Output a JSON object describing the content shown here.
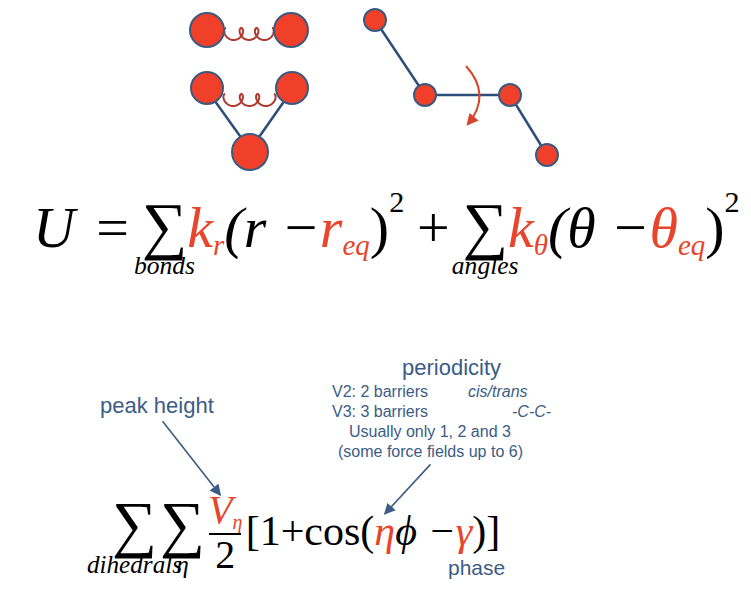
{
  "diagram": {
    "labels": [
      "U",
      "=",
      "∑",
      "bonds",
      "k",
      "r",
      "(r −",
      "r",
      "eq",
      ")",
      "2",
      "+",
      "∑",
      "angles",
      "k",
      "θ",
      "(θ −",
      "θ",
      "eq",
      ")",
      "2",
      "peak height",
      "periodicity",
      "V2: 2 barriers",
      "cis/trans",
      "V3: 3 barriers",
      "-C-C-",
      "Usually only 1, 2 and 3",
      "(some force fields up to 6)",
      "∑",
      "dihedrals",
      "∑",
      "η",
      "V",
      "η",
      "2",
      "[1+cos(",
      "η",
      "ϕ −",
      "γ",
      ")]",
      "phase"
    ]
  }
}
